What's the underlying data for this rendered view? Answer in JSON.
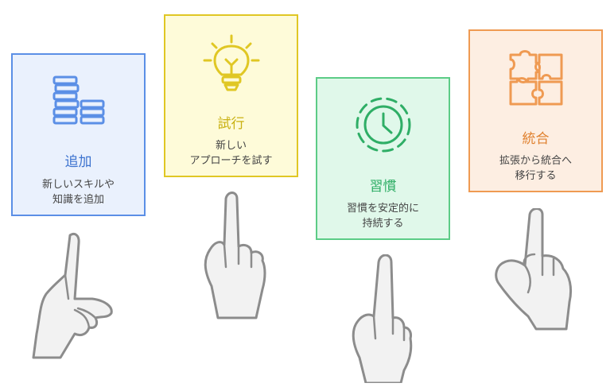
{
  "steps": [
    {
      "title": "追加",
      "description_lines": [
        "新しいスキルや",
        "知識を追加"
      ],
      "icon": "stacked-coins-icon",
      "accent": "#5b8fe6"
    },
    {
      "title": "試行",
      "description_lines": [
        "新しい",
        "アプローチを試す"
      ],
      "icon": "lightbulb-icon",
      "accent": "#e0c724"
    },
    {
      "title": "習慣",
      "description_lines": [
        "習慣を安定的に",
        "持続する"
      ],
      "icon": "clock-icon",
      "accent": "#5ccc86"
    },
    {
      "title": "統合",
      "description_lines": [
        "拡張から統合へ",
        "移行する"
      ],
      "icon": "puzzle-icon",
      "accent": "#ef9a52"
    }
  ]
}
